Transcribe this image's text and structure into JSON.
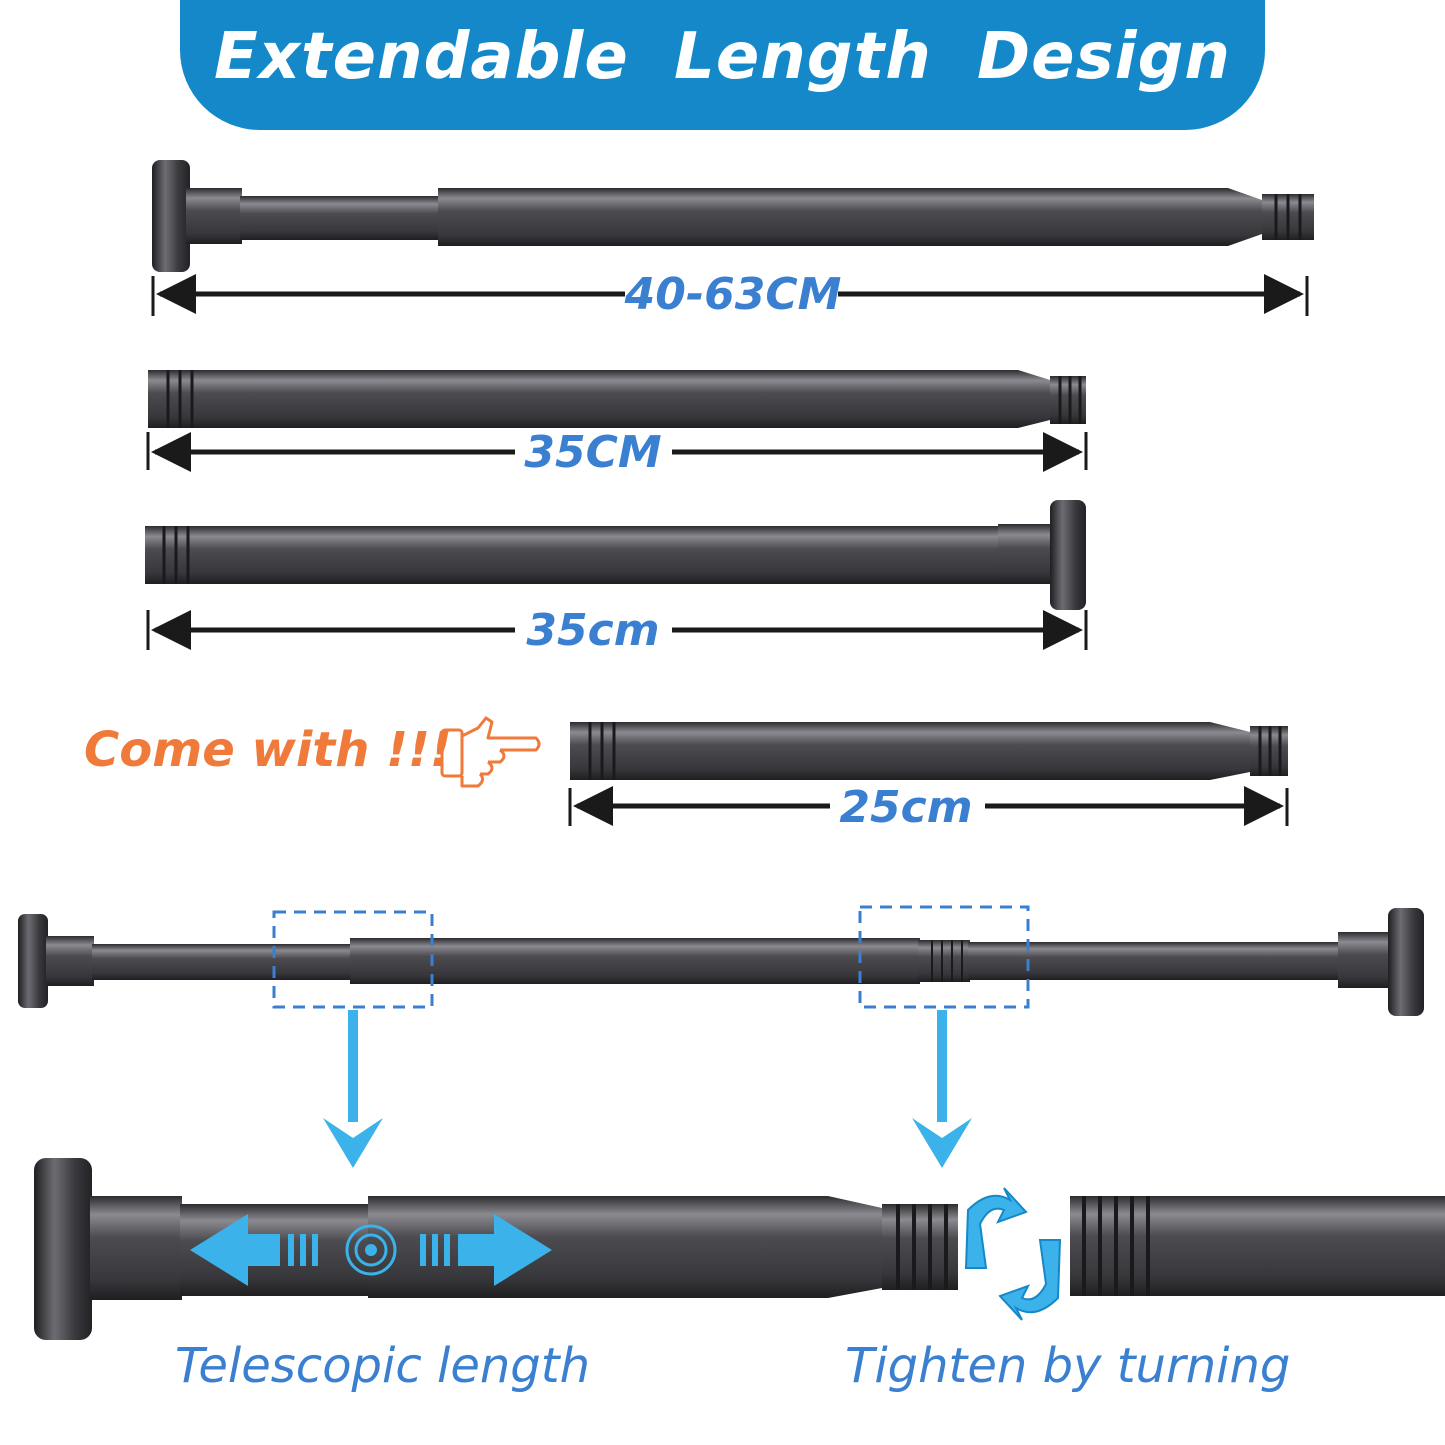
{
  "banner": {
    "title": "Extendable  Length  Design",
    "color": "#1488c8"
  },
  "dimensions": {
    "full": "40-63CM",
    "rod_a": "35CM",
    "rod_b": "35cm",
    "extension": "25cm"
  },
  "promo": {
    "text": "Come with !!!",
    "icon": "pointing-hand-icon",
    "color": "#f07a3a"
  },
  "captions": {
    "telescopic": "Telescopic length",
    "tighten": "Tighten by turning"
  },
  "colors": {
    "label_blue": "#3a7fd0",
    "arrow_blue": "#3bb3ea",
    "rod": "#48484c"
  }
}
